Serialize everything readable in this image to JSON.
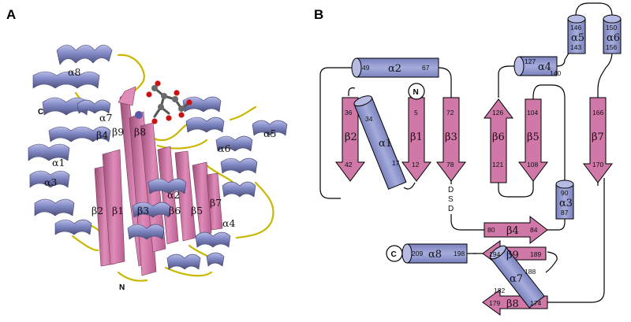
{
  "panels": {
    "a": {
      "label": "A"
    },
    "b": {
      "label": "B"
    }
  },
  "colors": {
    "helix": "#8088c4",
    "helix_light": "#a7acd9",
    "helix_dark": "#4d507a",
    "strand": "#d078a8",
    "strand_dark": "#9b4e78",
    "loop": "#c9b800",
    "line": "#000000",
    "ligand_carbon": "#666666",
    "ligand_oxygen": "#cc1111",
    "metal": "#5a58a8"
  },
  "structure_3d": {
    "terminus_c": "C",
    "terminus_n": "N",
    "labels": {
      "a8": "α8",
      "a7": "α7",
      "b4": "β4",
      "b9": "β9",
      "b8": "β8",
      "a1": "α1",
      "a3": "α3",
      "b2": "β2",
      "b1": "β1",
      "b3": "β3",
      "a2": "α2",
      "b6": "β6",
      "b5": "β5",
      "b7": "β7",
      "a4": "α4",
      "a6": "α6",
      "a5": "α5"
    }
  },
  "topology": {
    "terminus_n": "N",
    "terminus_c": "C",
    "motif": [
      "D",
      "S",
      "D"
    ],
    "helices": {
      "a2": {
        "name": "α2",
        "start": "49",
        "end": "67"
      },
      "a1": {
        "name": "α1",
        "start": "34",
        "end": "17"
      },
      "a4": {
        "name": "α4",
        "start": "127",
        "end": "140"
      },
      "a5": {
        "name": "α5",
        "start": "146",
        "end": "143"
      },
      "a6": {
        "name": "α6",
        "start": "150",
        "end": "156"
      },
      "a3": {
        "name": "α3",
        "start": "90",
        "end": "87"
      },
      "a8": {
        "name": "α8",
        "start": "209",
        "end": "198"
      },
      "a7": {
        "name": "α7",
        "start": "188",
        "end": "182"
      }
    },
    "strands": {
      "b2": {
        "name": "β2",
        "start": "36",
        "end": "42"
      },
      "b1": {
        "name": "β1",
        "start": "5",
        "end": "12"
      },
      "b3": {
        "name": "β3",
        "start": "72",
        "end": "78"
      },
      "b6": {
        "name": "β6",
        "start": "126",
        "end": "121"
      },
      "b5": {
        "name": "β5",
        "start": "104",
        "end": "108"
      },
      "b7": {
        "name": "β7",
        "start": "166",
        "end": "170"
      },
      "b4": {
        "name": "β4",
        "start": "80",
        "end": "84"
      },
      "b9": {
        "name": "β9",
        "start": "194",
        "end": "189"
      },
      "b8": {
        "name": "β8",
        "start": "179",
        "end": "174"
      }
    }
  }
}
